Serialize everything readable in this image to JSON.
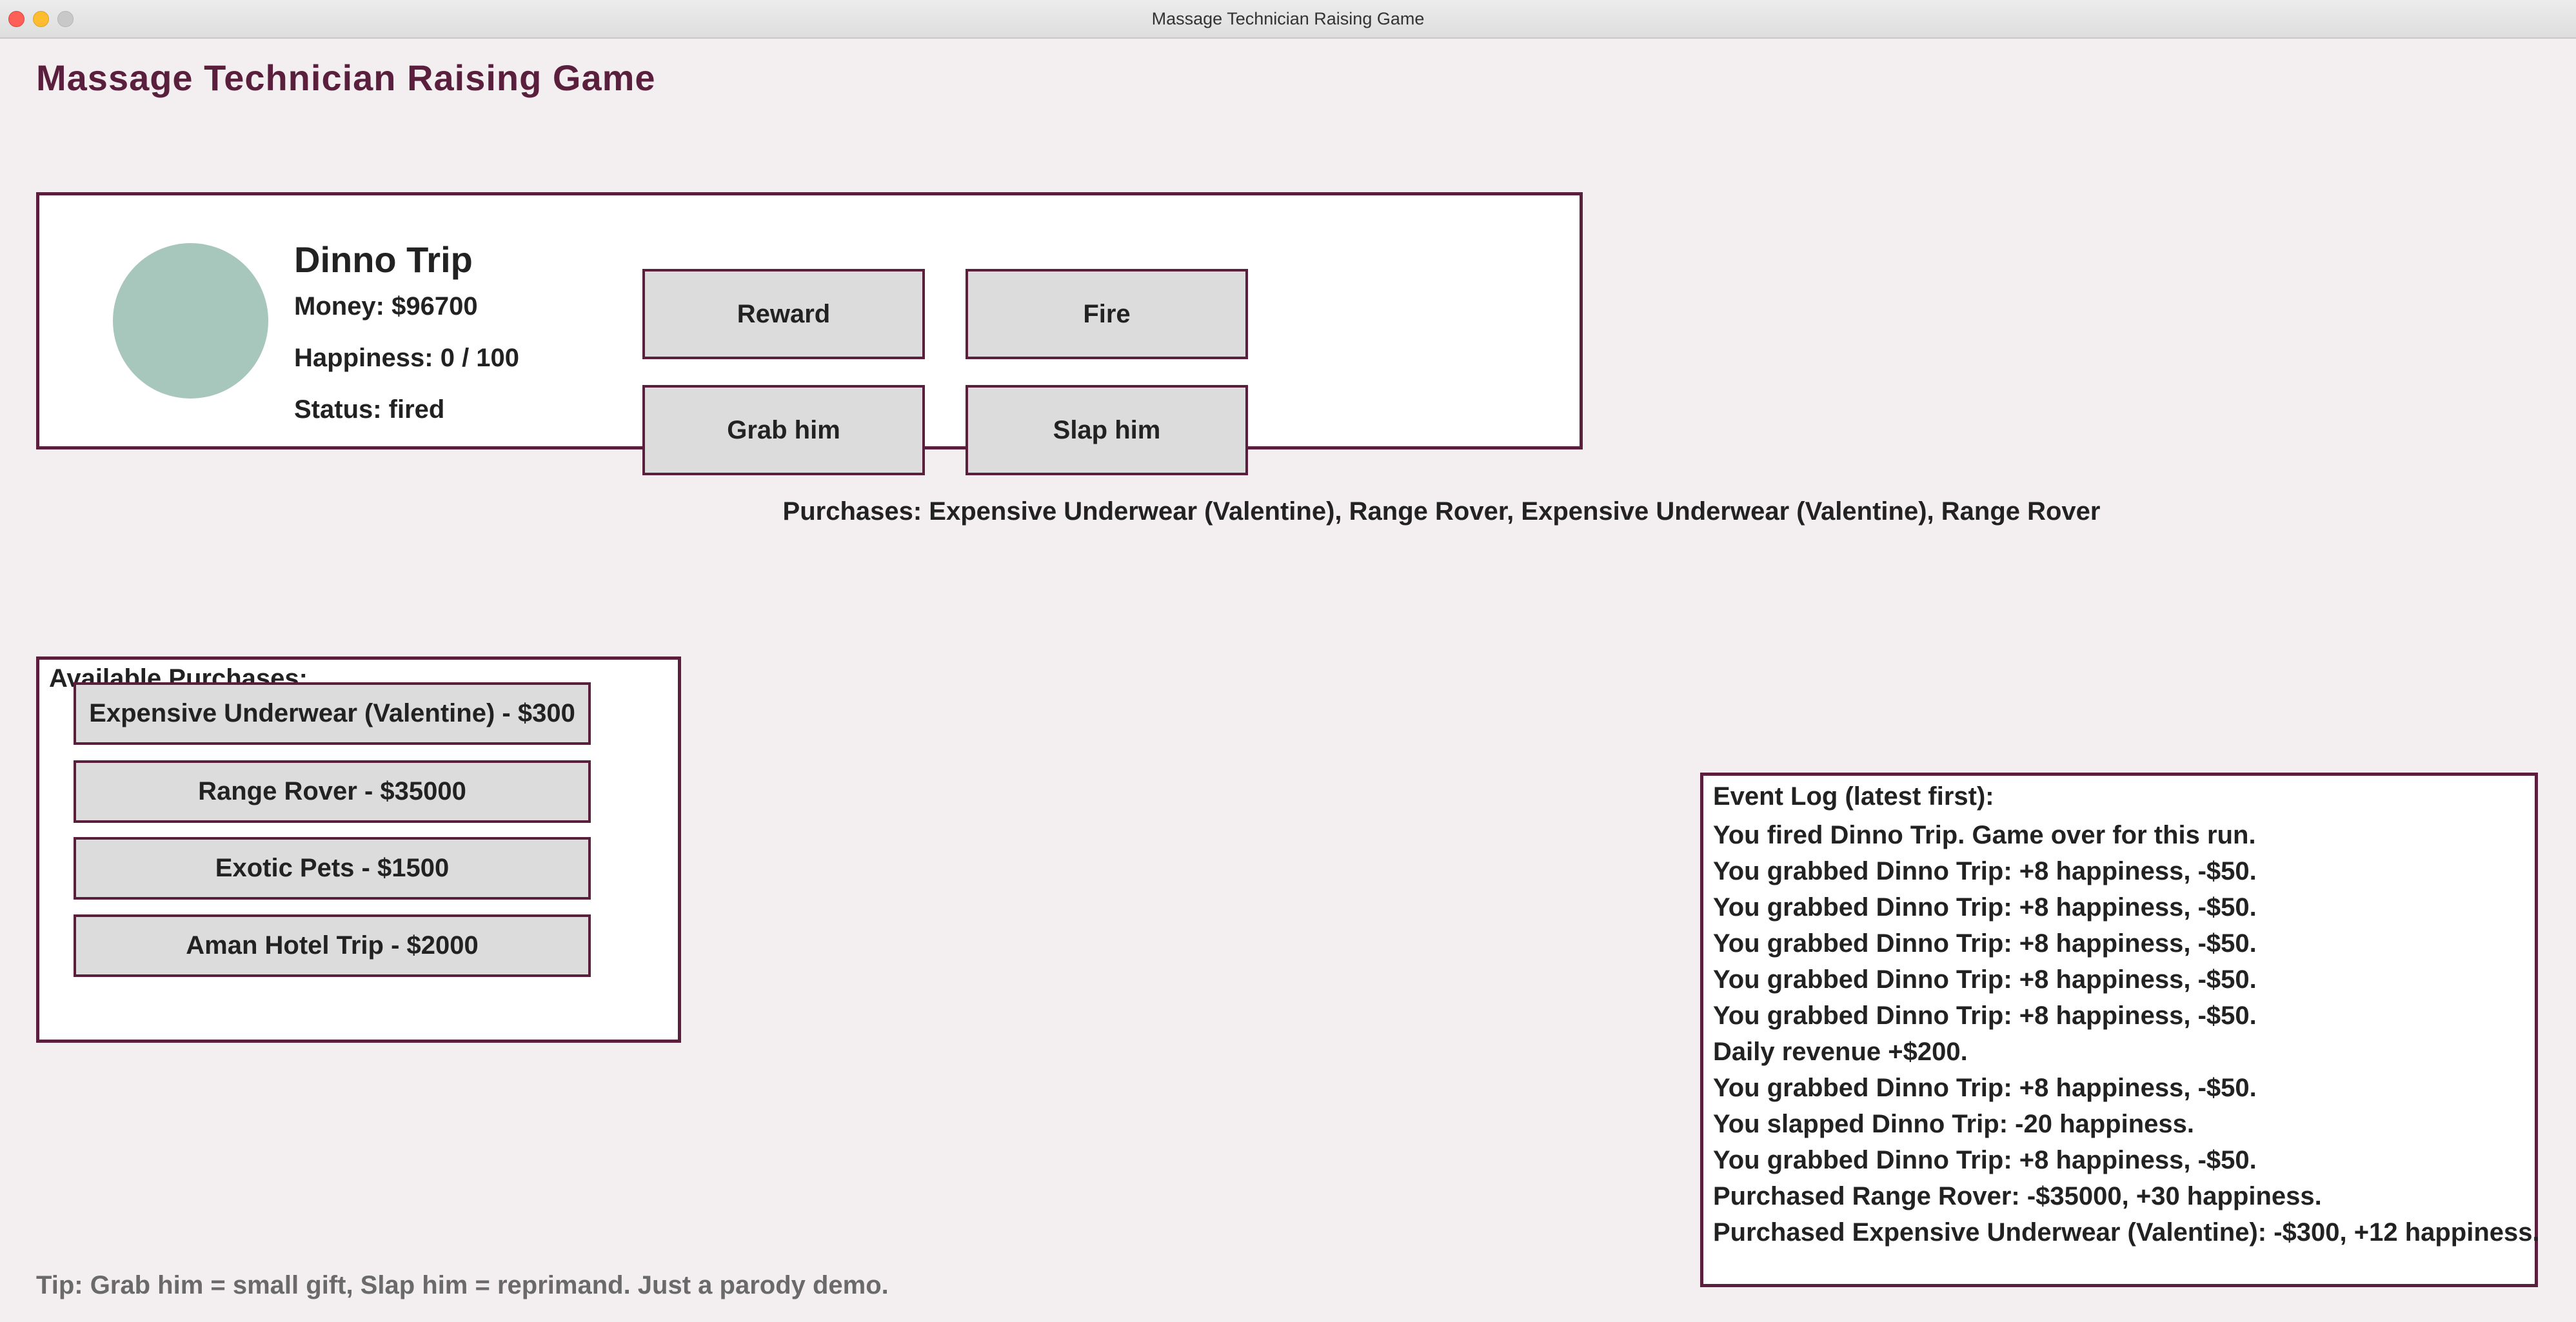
{
  "window": {
    "title": "Massage Technician Raising Game"
  },
  "app_title": "Massage Technician Raising Game",
  "profile": {
    "name": "Dinno Trip",
    "money": "Money: $96700",
    "happiness": "Happiness: 0 / 100",
    "status": "Status: fired"
  },
  "actions": {
    "reward": "Reward",
    "fire": "Fire",
    "grab": "Grab him",
    "slap": "Slap him"
  },
  "purchases_line": "Purchases: Expensive Underwear (Valentine), Range Rover, Expensive Underwear (Valentine), Range Rover",
  "shop": {
    "title": "Available Purchases:",
    "items": [
      "Expensive Underwear (Valentine)  - $300",
      "Range Rover  - $35000",
      "Exotic Pets  - $1500",
      "Aman Hotel Trip  - $2000"
    ]
  },
  "event_log": {
    "title": "Event Log (latest first):",
    "entries": [
      "You fired Dinno Trip. Game over for this run.",
      "You grabbed Dinno Trip: +8 happiness, -$50.",
      "You grabbed Dinno Trip: +8 happiness, -$50.",
      "You grabbed Dinno Trip: +8 happiness, -$50.",
      "You grabbed Dinno Trip: +8 happiness, -$50.",
      "You grabbed Dinno Trip: +8 happiness, -$50.",
      "Daily revenue +$200.",
      "You grabbed Dinno Trip: +8 happiness, -$50.",
      "You slapped Dinno Trip: -20 happiness.",
      "You grabbed Dinno Trip: +8 happiness, -$50.",
      "Purchased Range Rover: -$35000, +30 happiness.",
      "Purchased Expensive Underwear (Valentine): -$300, +12 happiness."
    ]
  },
  "tip": "Tip: Grab him = small gift, Slap him = reprimand. Just a parody demo.",
  "colors": {
    "accent": "#5a1f3d",
    "background": "#f3eeef",
    "avatar": "#a8c7bc",
    "button": "#dcdcdc"
  }
}
